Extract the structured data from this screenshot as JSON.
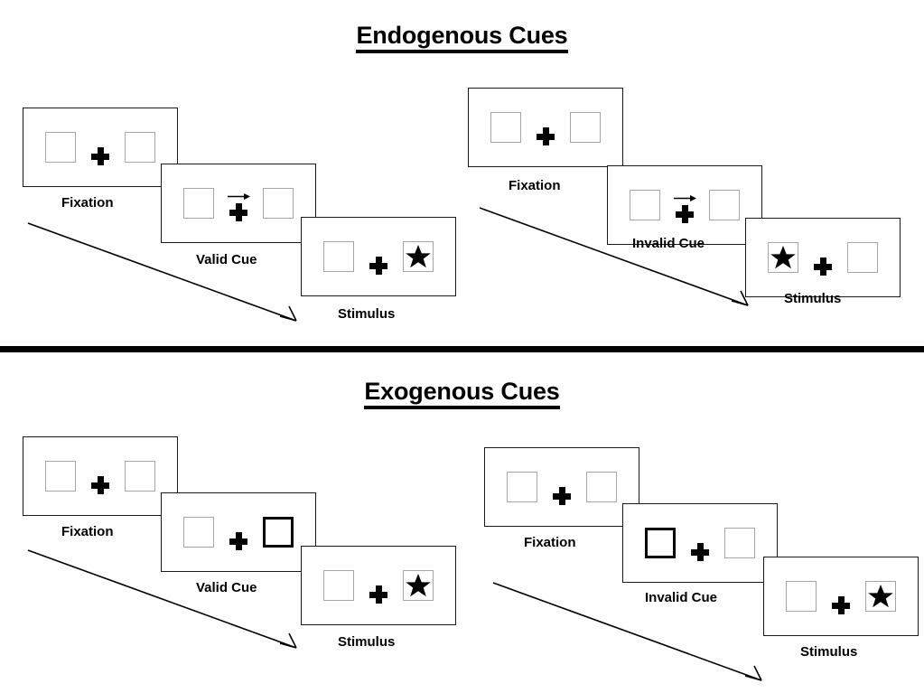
{
  "figure": {
    "title_endogenous": "Endogenous Cues",
    "title_exogenous": "Exogenous Cues",
    "accent_color": "#000000",
    "box_border_color": "#a6a6a6",
    "cued_box_border_color": "#000000",
    "panel_border_color": "#1a1a1a",
    "background": "#ffffff"
  },
  "sections": [
    {
      "id": "endogenous",
      "title": "Endogenous Cues",
      "sequences": [
        {
          "id": "endogenous-valid",
          "steps": [
            {
              "label": "Fixation",
              "cue_type": "none",
              "left_box": "empty",
              "right_box": "empty"
            },
            {
              "label": "Valid Cue",
              "cue_type": "arrow-right",
              "left_box": "empty",
              "right_box": "empty"
            },
            {
              "label": "Stimulus",
              "cue_type": "none",
              "left_box": "empty",
              "right_box": "star"
            }
          ]
        },
        {
          "id": "endogenous-invalid",
          "steps": [
            {
              "label": "Fixation",
              "cue_type": "none",
              "left_box": "empty",
              "right_box": "empty"
            },
            {
              "label": "Invalid Cue",
              "cue_type": "arrow-right",
              "left_box": "empty",
              "right_box": "empty"
            },
            {
              "label": "Stimulus",
              "cue_type": "none",
              "left_box": "star",
              "right_box": "empty"
            }
          ]
        }
      ]
    },
    {
      "id": "exogenous",
      "title": "Exogenous Cues",
      "sequences": [
        {
          "id": "exogenous-valid",
          "steps": [
            {
              "label": "Fixation",
              "cue_type": "none",
              "left_box": "empty",
              "right_box": "empty"
            },
            {
              "label": "Valid Cue",
              "cue_type": "box-highlight-right",
              "left_box": "empty",
              "right_box": "cued"
            },
            {
              "label": "Stimulus",
              "cue_type": "none",
              "left_box": "empty",
              "right_box": "star"
            }
          ]
        },
        {
          "id": "exogenous-invalid",
          "steps": [
            {
              "label": "Fixation",
              "cue_type": "none",
              "left_box": "empty",
              "right_box": "empty"
            },
            {
              "label": "Invalid Cue",
              "cue_type": "box-highlight-left",
              "left_box": "cued",
              "right_box": "empty"
            },
            {
              "label": "Stimulus",
              "cue_type": "none",
              "left_box": "empty",
              "right_box": "star"
            }
          ]
        }
      ]
    }
  ],
  "icons": {
    "fixation_cross": "plus-icon",
    "stimulus": "star-icon",
    "endogenous_cue": "arrow-right-icon",
    "flow": "diagonal-arrow-icon"
  }
}
